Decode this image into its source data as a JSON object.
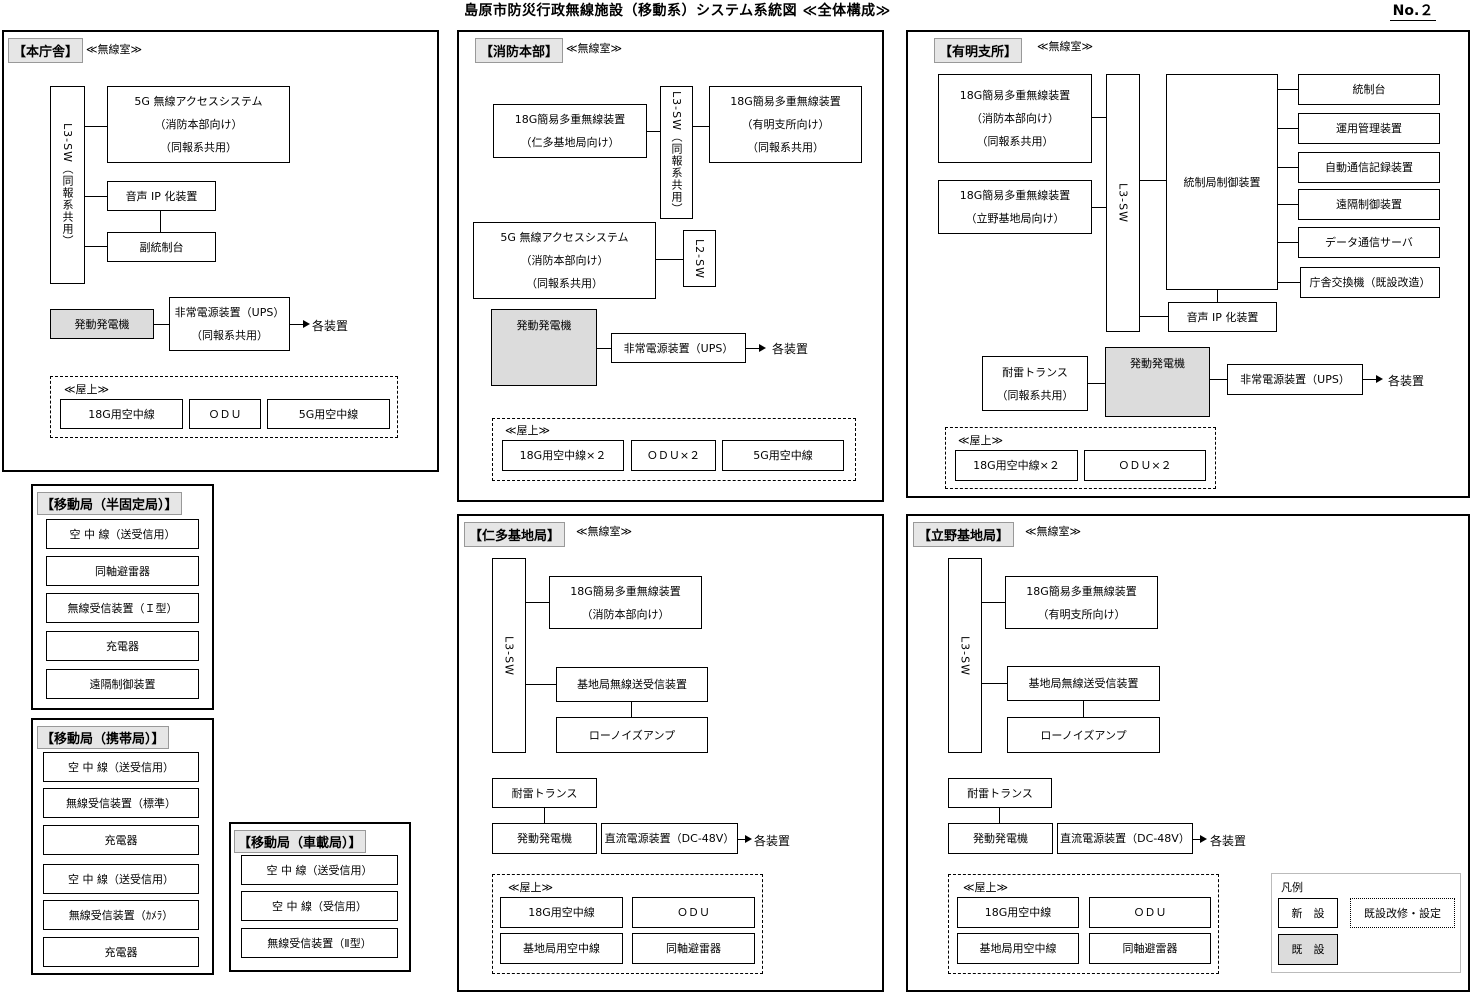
{
  "title": "島原市防災行政無線施設（移動系）システム系統図 ≪全体構成≫",
  "page_no": "No.２",
  "common": {
    "room_label": "≪無線室≫",
    "roof_label": "≪屋上≫",
    "to_devices": "各装置",
    "generator": "発動発電機",
    "dc_power": "直流電源装置（DC-48V）",
    "lightning_trans": "耐雷トランス",
    "broadcast_shared": "（同報系共用）"
  },
  "honcho": {
    "header": "【本庁舎】",
    "l3sw": "L3-SW（同報系共用）",
    "access5g": [
      "5G 無線アクセスシステム",
      "（消防本部向け）",
      "（同報系共用）"
    ],
    "voice_ip": "音声 IP 化装置",
    "sub_console": "副統制台",
    "ups": [
      "非常電源装置（UPS）",
      "（同報系共用）"
    ],
    "roof": [
      "18G用空中線",
      "ＯＤＵ",
      "5G用空中線"
    ]
  },
  "semi_fixed": {
    "header": "【移動局（半固定局）】",
    "items": [
      "空 中 線（送受信用）",
      "同軸避雷器",
      "無線受信装置（Ｉ型）",
      "充電器",
      "遠隔制御装置"
    ]
  },
  "portable": {
    "header": "【移動局（携帯局）】",
    "items": [
      "空 中 線（送受信用）",
      "無線受信装置（標準）",
      "充電器",
      "空 中 線（送受信用）",
      "無線受信装置（ｶﾒﾗ）",
      "充電器"
    ]
  },
  "vehicle": {
    "header": "【移動局（車載局）】",
    "items": [
      "空 中 線（送受信用）",
      "空 中 線（受信用）",
      "無線受信装置（Ⅱ型）"
    ]
  },
  "fire_hq": {
    "header": "【消防本部】",
    "mux_niita": [
      "18G簡易多重無線装置",
      "（仁多基地局向け）"
    ],
    "l3sw": "L3-SW（同報系共用）",
    "mux_ariake": [
      "18G簡易多重無線装置",
      "（有明支所向け）",
      "（同報系共用）"
    ],
    "access5g": [
      "5G 無線アクセスシステム",
      "（消防本部向け）",
      "（同報系共用）"
    ],
    "l2sw": "L2-SW",
    "ups": "非常電源装置（UPS）",
    "roof": [
      "18G用空中線×２",
      "ＯＤＵ×２",
      "5G用空中線"
    ]
  },
  "ariake": {
    "header": "【有明支所】",
    "mux_fire": [
      "18G簡易多重無線装置",
      "（消防本部向け）",
      "（同報系共用）"
    ],
    "mux_tateno": [
      "18G簡易多重無線装置",
      "（立野基地局向け）"
    ],
    "l3sw": "L3-SW",
    "control": "統制局制御装置",
    "right": [
      "統制台",
      "運用管理装置",
      "自動通信記録装置",
      "遠隔制御装置",
      "データ通信サーバ",
      "庁舎交換機（既設改造）"
    ],
    "voice_ip": "音声 IP 化装置",
    "trans": [
      "耐雷トランス",
      "（同報系共用）"
    ],
    "ups": "非常電源装置（UPS）",
    "roof": [
      "18G用空中線×２",
      "ＯＤＵ×２"
    ]
  },
  "niita": {
    "header": "【仁多基地局】",
    "l3sw": "L3-SW",
    "mux": [
      "18G簡易多重無線装置",
      "（消防本部向け）"
    ],
    "base_tx": "基地局無線送受信装置",
    "lna": "ローノイズアンプ",
    "roof": [
      "18G用空中線",
      "ＯＤＵ",
      "基地局用空中線",
      "同軸避雷器"
    ]
  },
  "tateno": {
    "header": "【立野基地局】",
    "l3sw": "L3-SW",
    "mux": [
      "18G簡易多重無線装置",
      "（有明支所向け）"
    ],
    "base_tx": "基地局無線送受信装置",
    "lna": "ローノイズアンプ",
    "roof": [
      "18G用空中線",
      "ＯＤＵ",
      "基地局用空中線",
      "同軸避雷器"
    ]
  },
  "legend": {
    "title": "凡例",
    "new": "新　設",
    "existing_mod": "既設改修・設定",
    "existing": "既　設"
  }
}
